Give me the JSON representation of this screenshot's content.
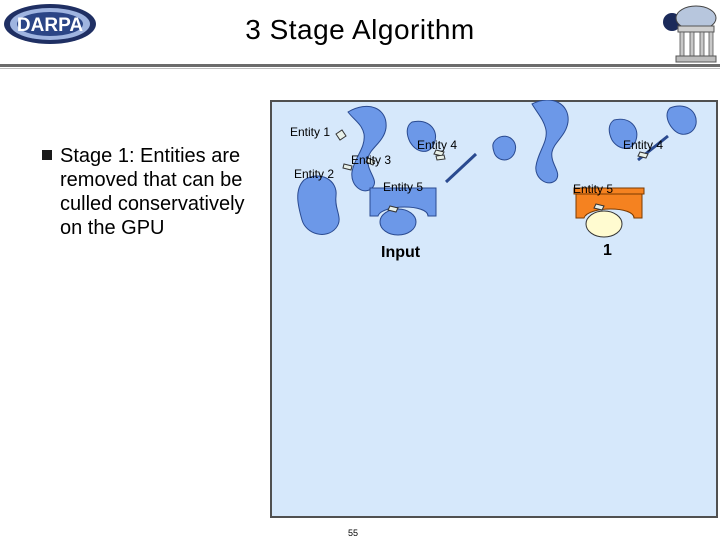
{
  "logo": {
    "text": "DARPA"
  },
  "title": "3 Stage Algorithm",
  "bullet": "Stage 1: Entities are removed that can be culled conservatively on the GPU",
  "diagram": {
    "left": {
      "labels": [
        "Entity 1",
        "Entity 2",
        "Entity 3",
        "Entity 4",
        "Entity 5"
      ],
      "caption": "Input"
    },
    "right": {
      "labels": [
        "Entity 4",
        "Entity 5"
      ],
      "caption": "1"
    }
  },
  "colors": {
    "panel": "#d6e8fb",
    "entity": "#6c98e8",
    "highlight": "#f58220",
    "culled": "#fffbd0"
  },
  "page_number": "55"
}
